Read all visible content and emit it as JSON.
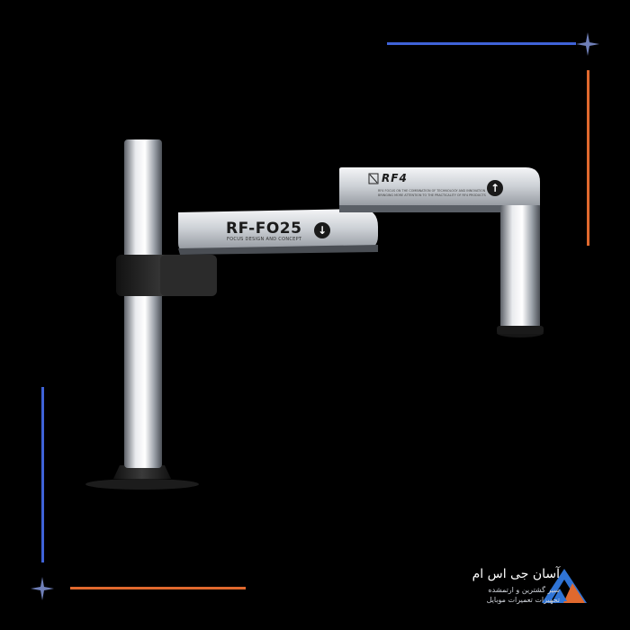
{
  "product": {
    "model_label": "RF-FO25",
    "model_sub_label": "FOCUS DESIGN AND CONCEPT",
    "brand_label": "RF4",
    "brand_text_line1": "RF4 FOCUS ON THE COMBINATION OF TECHNOLOGY AND INNOVATION",
    "brand_text_line2": "BRINGING MORE ATTENTION TO THE PRACTICALITY OF RF4 PRODUCTS",
    "arrow_down_label": "↓",
    "arrow_up_label": "↑"
  },
  "watermark": {
    "title": "آسان جی اس ام",
    "subtitle_line1": "سیر گشترین و ارتمشده",
    "subtitle_line2": "تجهیزات تعمیرات موبایل"
  },
  "colors": {
    "accent_blue": "#3f63d8",
    "accent_orange": "#e0692e",
    "background": "#000000"
  }
}
